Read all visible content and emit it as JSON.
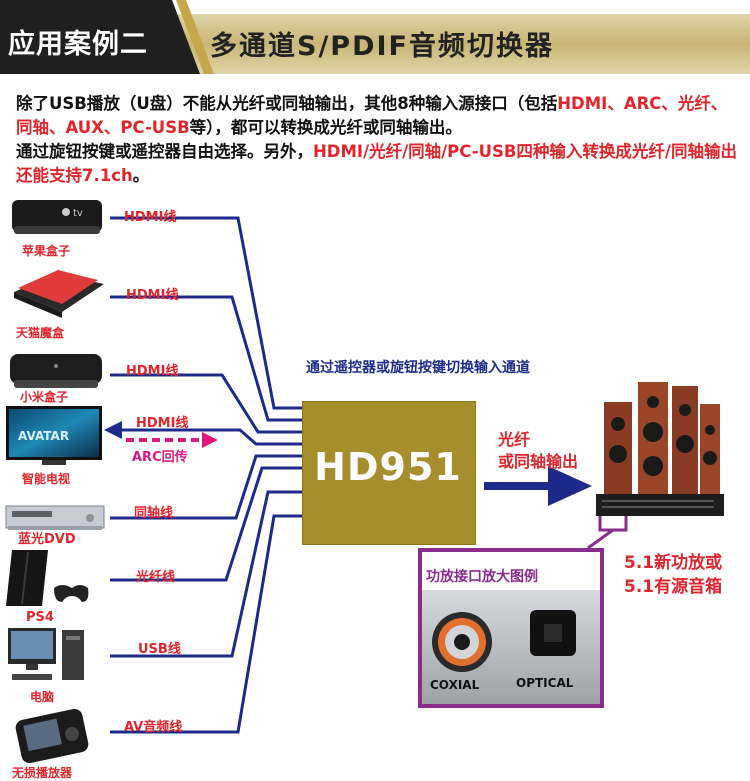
{
  "header": {
    "banner": "应用案例二",
    "title": "多通道S/PDIF音频切换器"
  },
  "intro": {
    "p1_a": "除了USB播放（U盘）不能从光纤或同轴输出，其他8种输入源接口（包括",
    "p1_b": "HDMI、ARC、光纤、同轴、AUX、PC-USB",
    "p1_c": "等），都可以转换成光纤或同轴输出。",
    "p2_a": "通过旋钮按键或遥控器自由选择。另外，",
    "p2_b": "HDMI/光纤/同轴/PC-USB四种输入转换成光纤/同轴输出还能支持7.1ch",
    "p2_c": "。"
  },
  "devices": [
    {
      "name": "苹果盒子",
      "cable": "HDMI线",
      "logo": "tv"
    },
    {
      "name": "天猫魔盒",
      "cable": "HDMI线"
    },
    {
      "name": "小米盒子",
      "cable": "HDMI线"
    },
    {
      "name": "智能电视",
      "cable": "HDMI线",
      "arc": "ARC回传",
      "screen_text": "AVATAR"
    },
    {
      "name": "蓝光DVD",
      "cable": "同轴线"
    },
    {
      "name": "PS4",
      "cable": "光纤线"
    },
    {
      "name": "电脑",
      "cable": "USB线"
    },
    {
      "name": "无损播放器",
      "cable": "AV音频线"
    }
  ],
  "center": {
    "label": "HD951",
    "note": "通过遥控器或旋钮按键切换输入通道"
  },
  "output": {
    "line1": "光纤",
    "line2": "或同轴输出"
  },
  "amplifier": {
    "line1": "5.1新功放或",
    "line2": "5.1有源音箱"
  },
  "zoom": {
    "title": "功放接口放大图例",
    "port1": "COXIAL",
    "port2": "OPTICAL"
  },
  "colors": {
    "header_band": "#c6a64a",
    "line": "#1e2a8a",
    "accent_red": "#e0262c",
    "box": "#a58e2b",
    "panel_border": "#8a2c8c"
  }
}
